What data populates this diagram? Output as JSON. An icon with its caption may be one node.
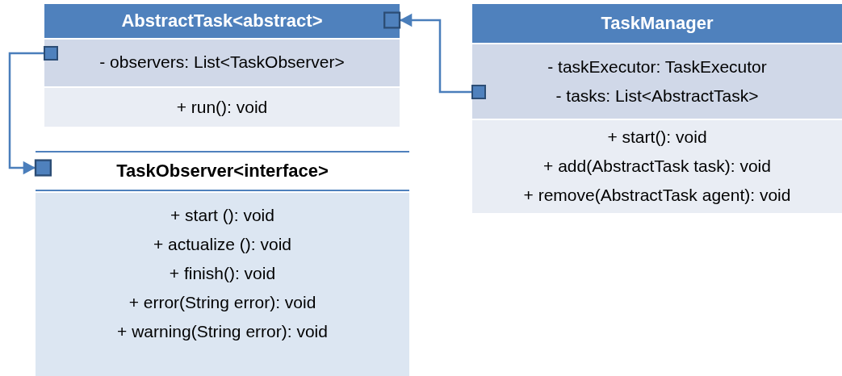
{
  "diagram": {
    "nodes": [
      {
        "text": [
          "AbstractTask<abstract>"
        ]
      },
      {
        "text": [
          "- observers: List<TaskObserver>"
        ],
        "in": 0
      },
      {
        "text": [
          "+ run(): void"
        ],
        "in": 0
      },
      {
        "text": [
          "TaskManager"
        ]
      },
      {
        "text": [
          "- taskExecutor: TaskExecutor",
          "- tasks: List<AbstractTask>"
        ],
        "in": 3
      },
      {
        "text": [
          "+ start(): void",
          "+ add(AbstractTask task): void",
          "+ remove(AbstractTask agent): void"
        ],
        "in": 3
      },
      {
        "text": [
          "TaskObserver<interface>"
        ]
      },
      {
        "text": [
          "+ start (): void",
          "+ actualize (): void",
          "+ finish(): void",
          "+ error(String error): void",
          "+ warning(String error): void"
        ],
        "in": 6
      }
    ],
    "edges": [
      {
        "from": 4,
        "to": 0,
        "arrow": "to"
      },
      {
        "from": 1,
        "to": 6,
        "arrow": "to"
      }
    ]
  }
}
